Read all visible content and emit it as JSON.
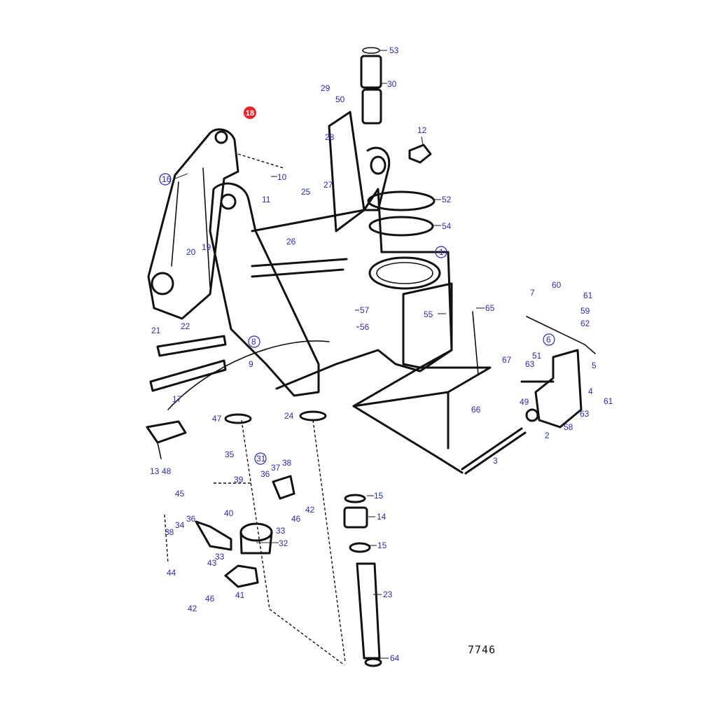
{
  "diagram": {
    "reference_number": "7746",
    "highlighted_part": "18",
    "colors": {
      "line": "#111111",
      "label": "#2b2bb8",
      "highlight": "#e8252a"
    },
    "labels": {
      "p1": "1",
      "p2": "2",
      "p3": "3",
      "p4": "4",
      "p5": "5",
      "p6": "6",
      "p7": "7",
      "p8": "8",
      "p9": "9",
      "p10": "10",
      "p11": "11",
      "p12": "12",
      "p13": "13",
      "p14": "14",
      "p15a": "15",
      "p15b": "15",
      "p16": "16",
      "p17": "17",
      "p18": "18",
      "p19": "19",
      "p20": "20",
      "p21": "21",
      "p22": "22",
      "p23": "23",
      "p24": "24",
      "p25": "25",
      "p26": "26",
      "p27": "27",
      "p28": "28",
      "p29": "29",
      "p30": "30",
      "p31": "31",
      "p32": "32",
      "p33a": "33",
      "p33b": "33",
      "p34": "34",
      "p35": "35",
      "p36a": "36",
      "p36b": "36",
      "p37": "37",
      "p38a": "38",
      "p38b": "38",
      "p39": "39",
      "p40": "40",
      "p41": "41",
      "p42a": "42",
      "p42b": "42",
      "p43": "43",
      "p44": "44",
      "p45": "45",
      "p46a": "46",
      "p46b": "46",
      "p47": "47",
      "p48": "48",
      "p49": "49",
      "p50": "50",
      "p51": "51",
      "p52": "52",
      "p53": "53",
      "p54": "54",
      "p55": "55",
      "p56": "56",
      "p57": "57",
      "p58": "58",
      "p59": "59",
      "p60": "60",
      "p61a": "61",
      "p61b": "61",
      "p62": "62",
      "p63a": "63",
      "p63b": "63",
      "p64": "64",
      "p65": "65",
      "p66": "66",
      "p67": "67"
    }
  }
}
